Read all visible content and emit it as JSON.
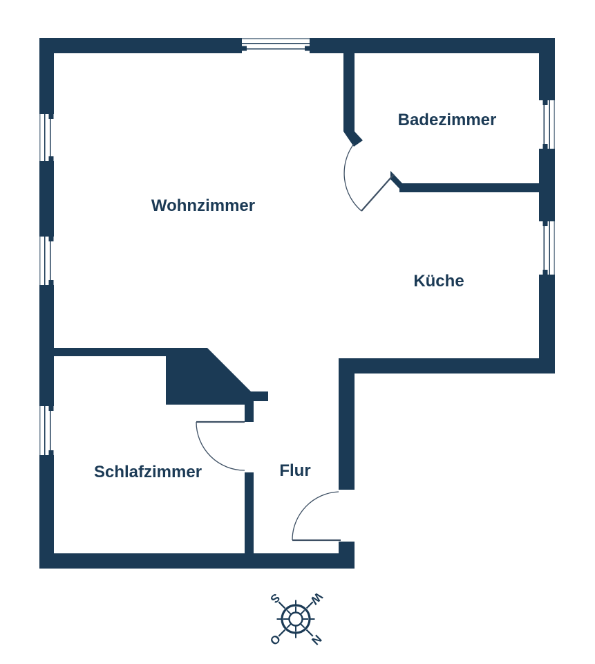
{
  "rooms": {
    "wohnzimmer": {
      "label": "Wohnzimmer"
    },
    "badezimmer": {
      "label": "Badezimmer"
    },
    "kueche": {
      "label": "Küche"
    },
    "schlafzimmer": {
      "label": "Schlafzimmer"
    },
    "flur": {
      "label": "Flur"
    }
  },
  "compass": {
    "north": "N",
    "east": "O",
    "south": "S",
    "west": "W",
    "rotation_deg": 135
  },
  "colors": {
    "wall": "#1b3a55",
    "label_text": "#1b3a55",
    "door_arc": "#3d4f63",
    "background": "#ffffff"
  }
}
